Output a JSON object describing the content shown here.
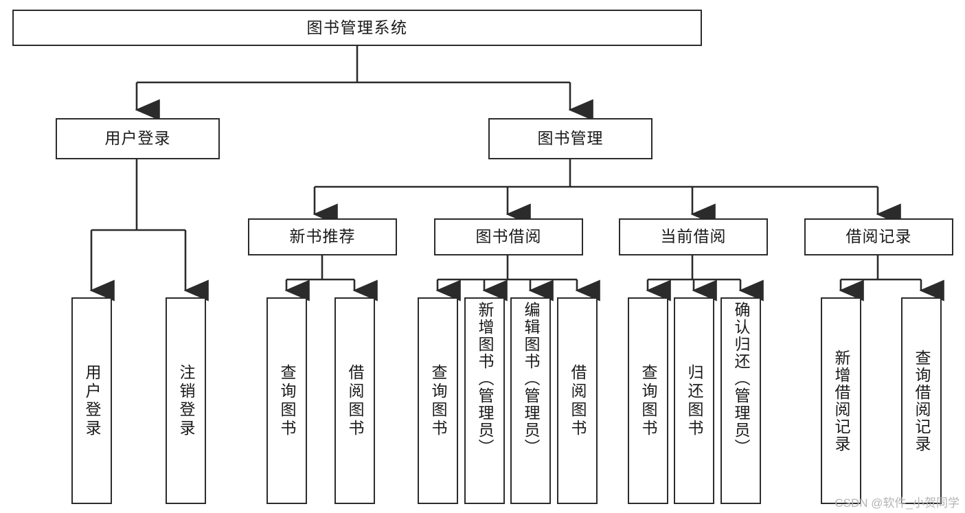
{
  "diagram": {
    "title": "图书管理系统",
    "type": "tree-hierarchy-chart",
    "stroke_color": "#2b2b2b",
    "fill_color": "#ffffff",
    "text_color": "#1a1a1a",
    "watermark": "CSDN @软件_小贺同学",
    "nodes": {
      "root": {
        "label": "图书管理系统"
      },
      "level2": [
        {
          "label": "用户登录"
        },
        {
          "label": "图书管理"
        }
      ],
      "level3": [
        {
          "label": "新书推荐"
        },
        {
          "label": "图书借阅"
        },
        {
          "label": "当前借阅"
        },
        {
          "label": "借阅记录"
        }
      ],
      "leaves_user_login": [
        {
          "label": "用户登录"
        },
        {
          "label": "注销登录"
        }
      ],
      "leaves_new_book": [
        {
          "label": "查询图书"
        },
        {
          "label": "借阅图书"
        }
      ],
      "leaves_borrow": [
        {
          "label": "查询图书"
        },
        {
          "label": "新增图书（管理员）"
        },
        {
          "label": "编辑图书（管理员）"
        },
        {
          "label": "借阅图书"
        }
      ],
      "leaves_current": [
        {
          "label": "查询图书"
        },
        {
          "label": "归还图书"
        },
        {
          "label": "确认归还（管理员）"
        }
      ],
      "leaves_records": [
        {
          "label": "新增借阅记录"
        },
        {
          "label": "查询借阅记录"
        }
      ]
    }
  }
}
